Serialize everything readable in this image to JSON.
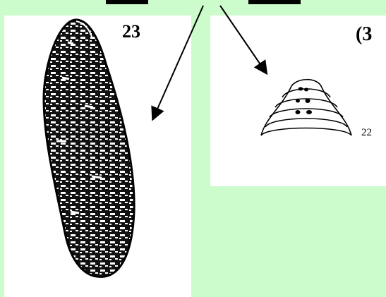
{
  "figures": {
    "leech_whole": {
      "number_label": "23"
    },
    "leech_anterior": {
      "number_label": "22"
    }
  },
  "corner_label": "(3",
  "colors": {
    "background": "#ccfccc",
    "panel": "#ffffff",
    "ink": "#000000"
  }
}
